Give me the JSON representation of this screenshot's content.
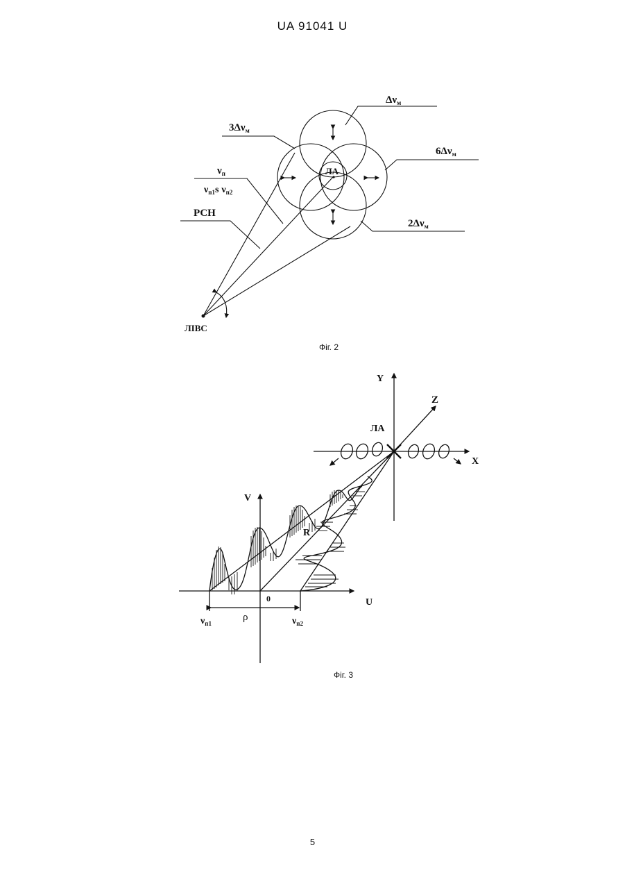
{
  "header": {
    "doc_number": "UA   91041   U"
  },
  "figure2": {
    "caption": "Фіг. 2",
    "labels": {
      "delta_nu_m": "Δν",
      "delta_nu_m_sub": "м",
      "three_delta": "3Δν",
      "three_delta_sub": "м",
      "six_delta": "6Δν",
      "six_delta_sub": "м",
      "two_delta": "2Δν",
      "two_delta_sub": "м",
      "nu_p": "ν",
      "nu_p_sub": "п",
      "nu_p1": "ν",
      "nu_p1_sub": "п1",
      "nu_p2": "ν",
      "nu_p2_sub": "п2",
      "sep": "s",
      "rsn": "РСН",
      "la": "ЛА",
      "livs": "ЛІВС"
    }
  },
  "figure3": {
    "caption": "Фіг. 3",
    "labels": {
      "y_axis": "Y",
      "z_axis": "Z",
      "x_axis": "X",
      "la": "ЛА",
      "v_axis": "V",
      "r": "R",
      "u_axis": "U",
      "zero": "0",
      "rho": "ρ",
      "nu_p1": "ν",
      "nu_p1_sub": "п1",
      "nu_p2": "ν",
      "nu_p2_sub": "п2"
    }
  },
  "footer": {
    "page_number": "5"
  }
}
